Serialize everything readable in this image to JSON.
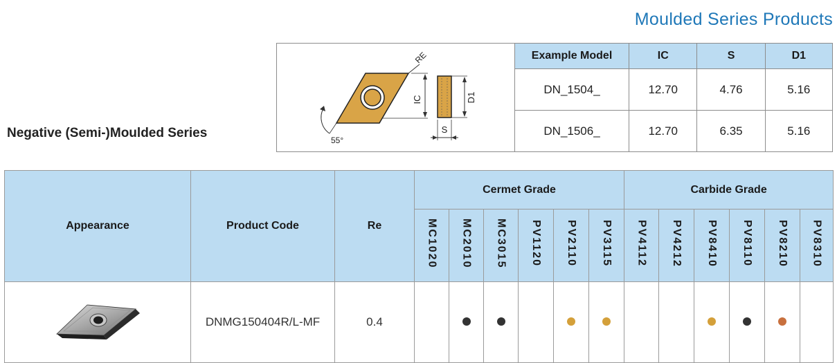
{
  "page_title": "Moulded Series Products",
  "series_title": "Negative (Semi-)Moulded Series",
  "diagram": {
    "re_label": "RE",
    "ic_label": "IC",
    "d1_label": "D1",
    "s_label": "S",
    "angle_label": "55°"
  },
  "model_table": {
    "headers": [
      "Example Model",
      "IC",
      "S",
      "D1"
    ],
    "rows": [
      [
        "DN_1504_",
        "12.70",
        "4.76",
        "5.16"
      ],
      [
        "DN_1506_",
        "12.70",
        "6.35",
        "5.16"
      ]
    ]
  },
  "grade_table": {
    "headers": {
      "appearance": "Appearance",
      "product_code": "Product Code",
      "re": "Re",
      "cermet_group": "Cermet Grade",
      "carbide_group": "Carbide Grade"
    },
    "cermet_grades": [
      "MC1020",
      "MC2010",
      "MC3015",
      "PV1120",
      "PV2110",
      "PV3115"
    ],
    "carbide_grades": [
      "PV4112",
      "PV4212",
      "PV8410",
      "PV8110",
      "PV8210",
      "PV8310"
    ],
    "rows": [
      {
        "product_code": "DNMG150404R/L-MF",
        "re": "0.4",
        "dots": [
          "",
          "#333333",
          "#333333",
          "",
          "#d4a03a",
          "#d4a03a",
          "",
          "",
          "#d4a03a",
          "#333333",
          "#c8703e",
          ""
        ]
      }
    ]
  }
}
